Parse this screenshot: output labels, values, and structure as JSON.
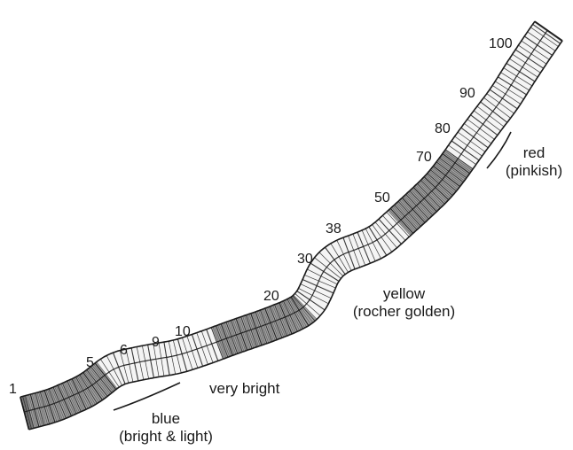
{
  "segment_numbers": [
    "1",
    "5",
    "6",
    "9",
    "10",
    "20",
    "30",
    "38",
    "50",
    "70",
    "80",
    "90",
    "100"
  ],
  "annotations": {
    "blue": {
      "line1": "blue",
      "line2": "(bright & light)"
    },
    "very_bright": "very bright",
    "yellow": {
      "line1": "yellow",
      "line2": "(rocher golden)"
    },
    "red": {
      "line1": "red",
      "line2": "(pinkish)"
    }
  },
  "colors": {
    "ink": "#1a1a1a",
    "background": "#ffffff",
    "band_fill": "#f4f4f4"
  }
}
